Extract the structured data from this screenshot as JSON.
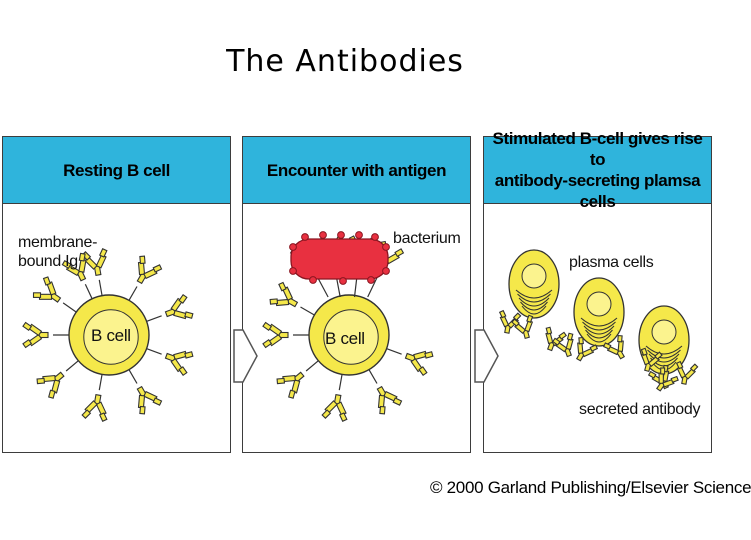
{
  "title": "The Antibodies",
  "panels": [
    {
      "header": "Resting B cell",
      "labels": {
        "membrane_bound": "membrane-\nbound Ig",
        "cell": "B cell"
      }
    },
    {
      "header": "Encounter with antigen",
      "labels": {
        "bacterium": "bacterium",
        "cell": "B cell"
      }
    },
    {
      "header": "Stimulated B-cell gives rise to\nantibody-secreting plamsa cells",
      "labels": {
        "plasma_cells": "plasma cells",
        "secreted": "secreted antibody"
      }
    }
  ],
  "copyright": "© 2000 Garland Publishing/Elsevier Science",
  "colors": {
    "header_blue": "#2fb4dc",
    "cell_yellow": "#f5e84a",
    "bacterium_red": "#e83040",
    "outline": "#333333"
  }
}
